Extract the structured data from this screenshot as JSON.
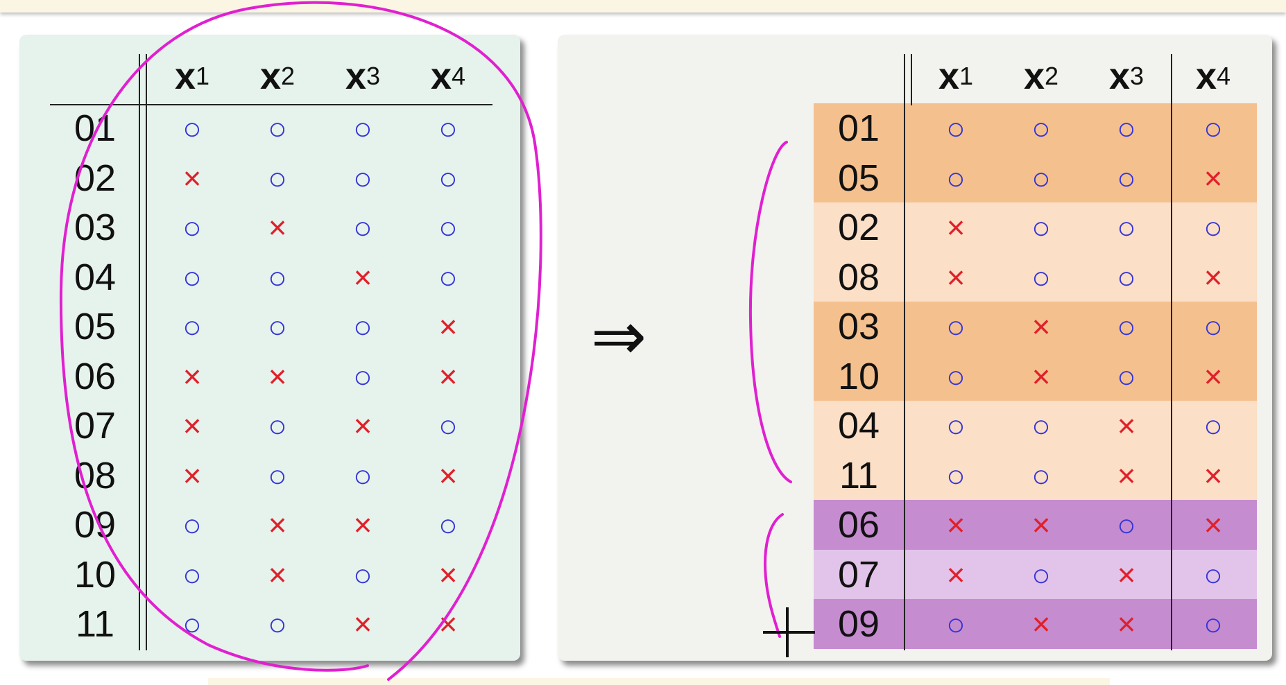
{
  "arrow_symbol": "⇒",
  "columns": [
    {
      "var": "x",
      "sub": "1"
    },
    {
      "var": "x",
      "sub": "2"
    },
    {
      "var": "x",
      "sub": "3"
    },
    {
      "var": "x",
      "sub": "4"
    }
  ],
  "symbols": {
    "o": "○",
    "x": "×"
  },
  "colors": {
    "circle": "#3535d8",
    "cross": "#e0202a",
    "annotation": "#e020d0",
    "left_panel_bg": "#e6f2ec",
    "right_panel_bg": "#f2f2ee",
    "orange_dark": "#f4c08e",
    "orange_light": "#fbdfc6",
    "purple_dark": "#c68cd0",
    "purple_light": "#e2c4ea"
  },
  "left_table": {
    "rows": [
      {
        "id": "01",
        "values": [
          "o",
          "o",
          "o",
          "o"
        ]
      },
      {
        "id": "02",
        "values": [
          "x",
          "o",
          "o",
          "o"
        ]
      },
      {
        "id": "03",
        "values": [
          "o",
          "x",
          "o",
          "o"
        ]
      },
      {
        "id": "04",
        "values": [
          "o",
          "o",
          "x",
          "o"
        ]
      },
      {
        "id": "05",
        "values": [
          "o",
          "o",
          "o",
          "x"
        ]
      },
      {
        "id": "06",
        "values": [
          "x",
          "x",
          "o",
          "x"
        ]
      },
      {
        "id": "07",
        "values": [
          "x",
          "o",
          "x",
          "o"
        ]
      },
      {
        "id": "08",
        "values": [
          "x",
          "o",
          "o",
          "x"
        ]
      },
      {
        "id": "09",
        "values": [
          "o",
          "x",
          "x",
          "o"
        ]
      },
      {
        "id": "10",
        "values": [
          "o",
          "x",
          "o",
          "x"
        ]
      },
      {
        "id": "11",
        "values": [
          "o",
          "o",
          "x",
          "x"
        ]
      }
    ]
  },
  "right_table": {
    "rows": [
      {
        "id": "01",
        "values": [
          "o",
          "o",
          "o",
          "o"
        ],
        "shade": "orange_dark"
      },
      {
        "id": "05",
        "values": [
          "o",
          "o",
          "o",
          "x"
        ],
        "shade": "orange_dark"
      },
      {
        "id": "02",
        "values": [
          "x",
          "o",
          "o",
          "o"
        ],
        "shade": "orange_light"
      },
      {
        "id": "08",
        "values": [
          "x",
          "o",
          "o",
          "x"
        ],
        "shade": "orange_light"
      },
      {
        "id": "03",
        "values": [
          "o",
          "x",
          "o",
          "o"
        ],
        "shade": "orange_dark"
      },
      {
        "id": "10",
        "values": [
          "o",
          "x",
          "o",
          "x"
        ],
        "shade": "orange_dark"
      },
      {
        "id": "04",
        "values": [
          "o",
          "o",
          "x",
          "o"
        ],
        "shade": "orange_light"
      },
      {
        "id": "11",
        "values": [
          "o",
          "o",
          "x",
          "x"
        ],
        "shade": "orange_light"
      },
      {
        "id": "06",
        "values": [
          "x",
          "x",
          "o",
          "x"
        ],
        "shade": "purple_dark"
      },
      {
        "id": "07",
        "values": [
          "x",
          "o",
          "x",
          "o"
        ],
        "shade": "purple_light"
      },
      {
        "id": "09",
        "values": [
          "o",
          "x",
          "x",
          "o"
        ],
        "shade": "purple_dark"
      }
    ]
  }
}
